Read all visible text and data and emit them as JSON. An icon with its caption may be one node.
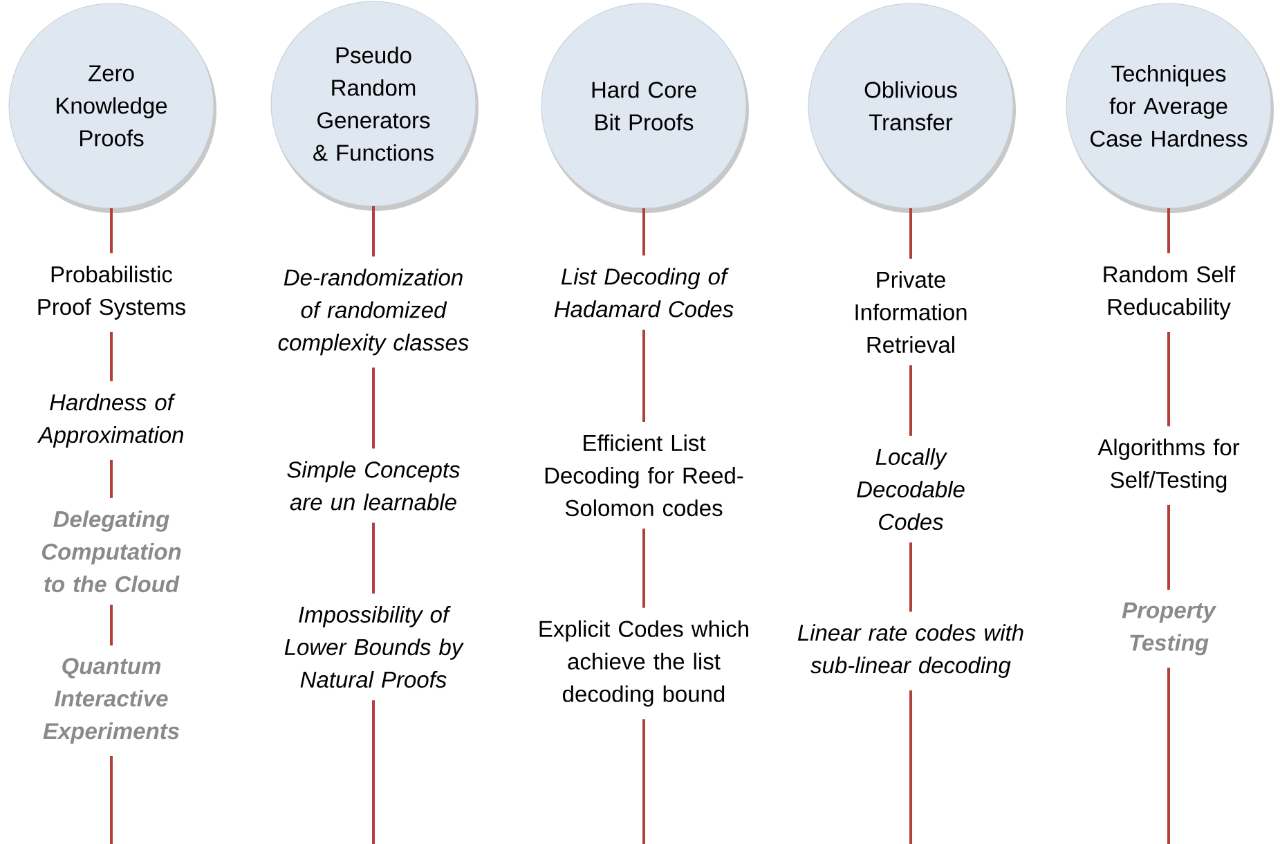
{
  "diagram": {
    "nodes": [
      {
        "text": [
          "Zero Knowledge Proofs"
        ]
      },
      {
        "text": [
          "Probabilistic Proof Systems"
        ]
      },
      {
        "text": [
          "Hardness of Approximation"
        ]
      },
      {
        "text": [
          "Delegating Computation to the Cloud"
        ]
      },
      {
        "text": [
          "Quantum Interactive Experiments"
        ]
      },
      {
        "text": [
          "Pseudo Random Generators & Functions"
        ]
      },
      {
        "text": [
          "De-randomization of randomized complexity classes"
        ]
      },
      {
        "text": [
          "Simple Concepts are un learnable"
        ]
      },
      {
        "text": [
          "Impossibility of Lower Bounds by Natural Proofs"
        ]
      },
      {
        "text": [
          "Hard Core Bit Proofs"
        ]
      },
      {
        "text": [
          "List Decoding of Hadamard Codes"
        ]
      },
      {
        "text": [
          "Efficient List Decoding for Reed-Solomon codes"
        ]
      },
      {
        "text": [
          "Explicit Codes which achieve the list decoding bound"
        ]
      },
      {
        "text": [
          "Oblivious Transfer"
        ]
      },
      {
        "text": [
          "Private Information Retrieval"
        ]
      },
      {
        "text": [
          "Locally Decodable Codes"
        ]
      },
      {
        "text": [
          "Linear rate codes with sub-linear decoding"
        ]
      },
      {
        "text": [
          "Techniques for Average Case Hardness"
        ]
      },
      {
        "text": [
          "Random Self Reducability"
        ]
      },
      {
        "text": [
          "Algorithms for Self/Testing"
        ]
      },
      {
        "text": [
          "Property Testing"
        ]
      }
    ],
    "edges": [
      {
        "from": 0,
        "to": 1,
        "arrow": "none"
      },
      {
        "from": 1,
        "to": 2,
        "arrow": "none"
      },
      {
        "from": 2,
        "to": 3,
        "arrow": "none"
      },
      {
        "from": 3,
        "to": 4,
        "arrow": "none"
      },
      {
        "from": 4,
        "to": null,
        "arrow": "none"
      },
      {
        "from": 5,
        "to": 6,
        "arrow": "none"
      },
      {
        "from": 6,
        "to": 7,
        "arrow": "none"
      },
      {
        "from": 7,
        "to": 8,
        "arrow": "none"
      },
      {
        "from": 8,
        "to": null,
        "arrow": "none"
      },
      {
        "from": 9,
        "to": 10,
        "arrow": "none"
      },
      {
        "from": 10,
        "to": 11,
        "arrow": "none"
      },
      {
        "from": 11,
        "to": 12,
        "arrow": "none"
      },
      {
        "from": 12,
        "to": null,
        "arrow": "none"
      },
      {
        "from": 13,
        "to": 14,
        "arrow": "none"
      },
      {
        "from": 14,
        "to": 15,
        "arrow": "none"
      },
      {
        "from": 15,
        "to": 16,
        "arrow": "none"
      },
      {
        "from": 16,
        "to": null,
        "arrow": "none"
      },
      {
        "from": 17,
        "to": 18,
        "arrow": "none"
      },
      {
        "from": 18,
        "to": 19,
        "arrow": "none"
      },
      {
        "from": 19,
        "to": 20,
        "arrow": "none"
      },
      {
        "from": 20,
        "to": null,
        "arrow": "none"
      }
    ]
  }
}
